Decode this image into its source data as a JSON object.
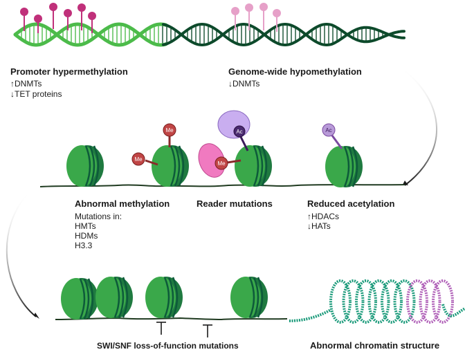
{
  "colors": {
    "dna_light": "#4cbb4a",
    "dna_dark": "#0d4a2b",
    "nucleosome_fill": "#3aa84a",
    "nucleosome_band": "#0d5a3a",
    "methyl_magenta": "#c0307a",
    "methyl_pink": "#e6a0c8",
    "me_red": "#b83a3a",
    "ac_purple": "#7a4aa0",
    "reader_pink": "#f07ac0",
    "reader_lavender": "#c9aef0",
    "chromatin_teal": "#1a9a7a",
    "chromatin_violet": "#b060b8"
  },
  "sections": {
    "promoter": {
      "title": "Promoter hypermethylation",
      "lines": [
        {
          "arrow": "↑",
          "text": "DNMTs"
        },
        {
          "arrow": "↓",
          "text": "TET proteins"
        }
      ]
    },
    "genome": {
      "title": "Genome-wide hypomethylation",
      "lines": [
        {
          "arrow": "↓",
          "text": "DNMTs"
        }
      ]
    },
    "abnormal_methylation": {
      "title": "Abnormal methylation",
      "lines": [
        "Mutations in:",
        "HMTs",
        "HDMs",
        "H3.3"
      ]
    },
    "reader": {
      "title": "Reader mutations"
    },
    "reduced_acetylation": {
      "title": "Reduced acetylation",
      "lines": [
        {
          "arrow": "↑",
          "text": "HDACs"
        },
        {
          "arrow": "↓",
          "text": "HATs"
        }
      ]
    },
    "swisnf": {
      "title": "SWI/SNF loss-of-function mutations"
    },
    "chromatin": {
      "title": "Abnormal chromatin structure"
    }
  },
  "marks": {
    "me": "Me",
    "ac": "Ac"
  }
}
